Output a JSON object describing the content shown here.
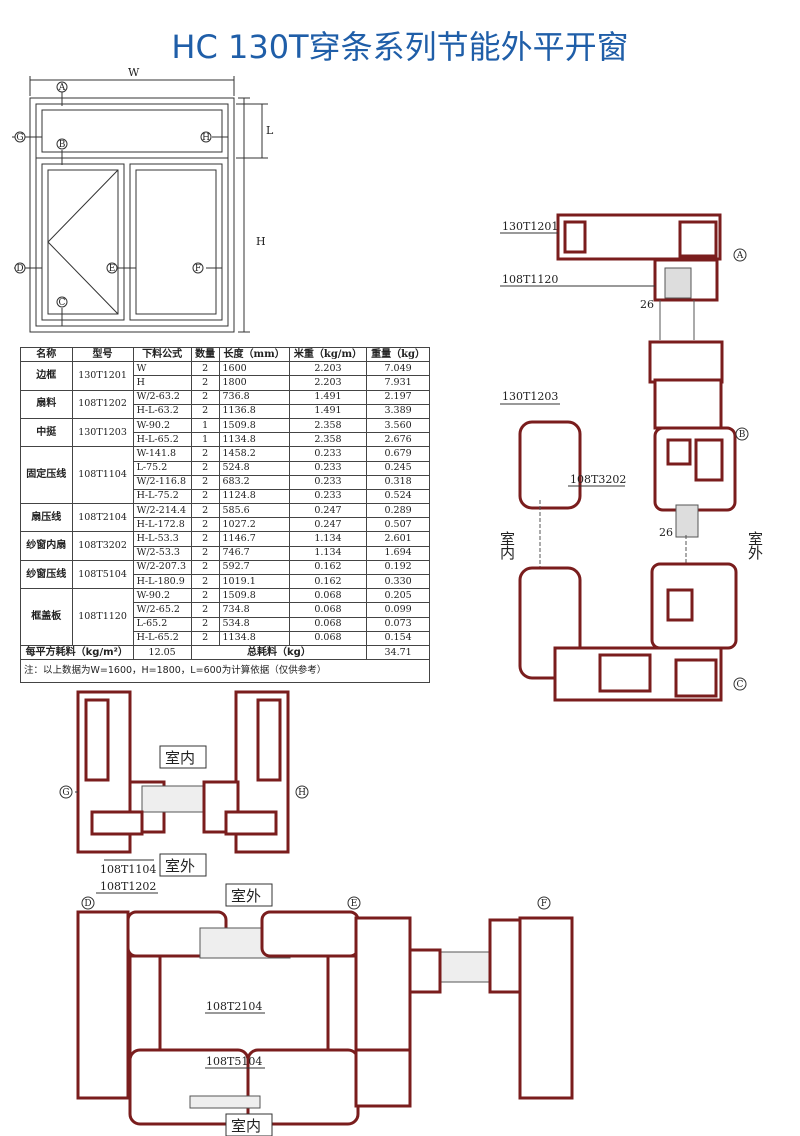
{
  "title": "HC 130T穿条系列节能外平开窗",
  "elevation": {
    "dims": {
      "width": "W",
      "height": "H",
      "transom": "L"
    },
    "markers": [
      "A",
      "B",
      "C",
      "D",
      "E",
      "F",
      "G",
      "H"
    ]
  },
  "table": {
    "headers": [
      "名称",
      "型号",
      "下料公式",
      "数量",
      "长度（mm）",
      "米重（kg/m）",
      "重量（kg）"
    ],
    "groups": [
      {
        "name": "边框",
        "model": "130T1201",
        "rows": [
          [
            "W",
            "2",
            "1600",
            "2.203",
            "7.049"
          ],
          [
            "H",
            "2",
            "1800",
            "2.203",
            "7.931"
          ]
        ]
      },
      {
        "name": "扇料",
        "model": "108T1202",
        "rows": [
          [
            "W/2-63.2",
            "2",
            "736.8",
            "1.491",
            "2.197"
          ],
          [
            "H-L-63.2",
            "2",
            "1136.8",
            "1.491",
            "3.389"
          ]
        ]
      },
      {
        "name": "中挺",
        "model": "130T1203",
        "rows": [
          [
            "W-90.2",
            "1",
            "1509.8",
            "2.358",
            "3.560"
          ],
          [
            "H-L-65.2",
            "1",
            "1134.8",
            "2.358",
            "2.676"
          ]
        ]
      },
      {
        "name": "固定压线",
        "model": "108T1104",
        "rows": [
          [
            "W-141.8",
            "2",
            "1458.2",
            "0.233",
            "0.679"
          ],
          [
            "L-75.2",
            "2",
            "524.8",
            "0.233",
            "0.245"
          ],
          [
            "W/2-116.8",
            "2",
            "683.2",
            "0.233",
            "0.318"
          ],
          [
            "H-L-75.2",
            "2",
            "1124.8",
            "0.233",
            "0.524"
          ]
        ]
      },
      {
        "name": "扇压线",
        "model": "108T2104",
        "rows": [
          [
            "W/2-214.4",
            "2",
            "585.6",
            "0.247",
            "0.289"
          ],
          [
            "H-L-172.8",
            "2",
            "1027.2",
            "0.247",
            "0.507"
          ]
        ]
      },
      {
        "name": "纱窗内扇",
        "model": "108T3202",
        "rows": [
          [
            "H-L-53.3",
            "2",
            "1146.7",
            "1.134",
            "2.601"
          ],
          [
            "W/2-53.3",
            "2",
            "746.7",
            "1.134",
            "1.694"
          ]
        ]
      },
      {
        "name": "纱窗压线",
        "model": "108T5104",
        "rows": [
          [
            "W/2-207.3",
            "2",
            "592.7",
            "0.162",
            "0.192"
          ],
          [
            "H-L-180.9",
            "2",
            "1019.1",
            "0.162",
            "0.330"
          ]
        ]
      },
      {
        "name": "框盖板",
        "model": "108T1120",
        "rows": [
          [
            "W-90.2",
            "2",
            "1509.8",
            "0.068",
            "0.205"
          ],
          [
            "W/2-65.2",
            "2",
            "734.8",
            "0.068",
            "0.099"
          ],
          [
            "L-65.2",
            "2",
            "534.8",
            "0.068",
            "0.073"
          ],
          [
            "H-L-65.2",
            "2",
            "1134.8",
            "0.068",
            "0.154"
          ]
        ]
      }
    ],
    "footer": {
      "per_m2_label": "每平方耗料（kg/m²）",
      "per_m2_value": "12.05",
      "total_label": "总耗料（kg）",
      "total_value": "34.71"
    },
    "note": "注：以上数据为W=1600，H=1800，L=600为计算依据（仅供参考）"
  },
  "sections": {
    "labels": {
      "p1": "130T1201",
      "p2": "108T1120",
      "p3": "130T1203",
      "p4": "108T3202",
      "p5": "108T1104",
      "p6": "108T1202",
      "p7": "108T2104",
      "p8": "108T5104",
      "gap": "26"
    },
    "indoor": "室内",
    "outdoor": "室外",
    "indoor_v": [
      "室",
      "内"
    ],
    "outdoor_v": [
      "室",
      "外"
    ]
  }
}
